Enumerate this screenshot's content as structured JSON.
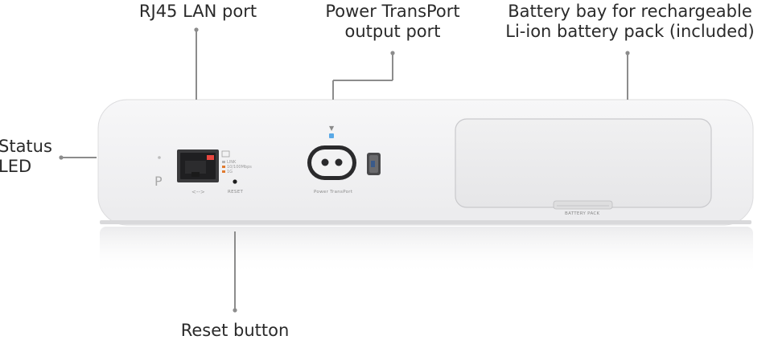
{
  "callouts": {
    "rj45": "RJ45 LAN port",
    "transport_line1": "Power TransPort",
    "transport_line2": "output port",
    "battery_line1": "Battery bay for rechargeable",
    "battery_line2": "Li-ion battery pack (included)",
    "status_line1": "Status",
    "status_line2": "LED",
    "reset": "Reset button"
  },
  "device": {
    "led_letter": "P",
    "reset_label": "RESET",
    "lan_arrow": "<-->",
    "legend_lines": [
      "LINK",
      "10/100Mbps",
      "1G"
    ],
    "transport_label": "Power TransPort",
    "battery_label": "BATTERY PACK"
  },
  "colors": {
    "text": "#2a2a2a",
    "leader_line": "#8c8c8c",
    "device_body": "#f1f1f2",
    "device_edge": "#d6d6d8",
    "port_red": "#e8463f",
    "led_blue": "#5aa9e6"
  }
}
